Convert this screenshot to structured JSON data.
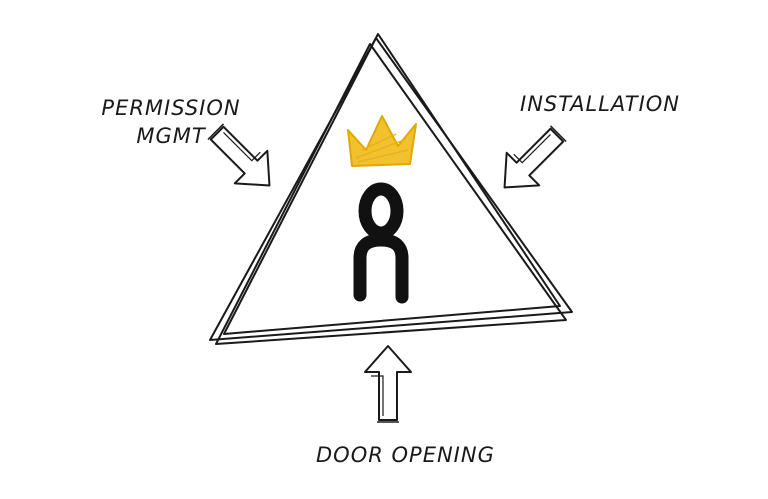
{
  "labels": {
    "permission_line1": "PERMISSION",
    "permission_line2": "MGMT",
    "installation": "INSTALLATION",
    "door_opening": "DOOR OPENING"
  },
  "colors": {
    "ink": "#1a1a1a",
    "crown": "#f2c22e",
    "background": "#ffffff"
  },
  "icons": {
    "center": "person-icon",
    "top": "crown-icon"
  }
}
